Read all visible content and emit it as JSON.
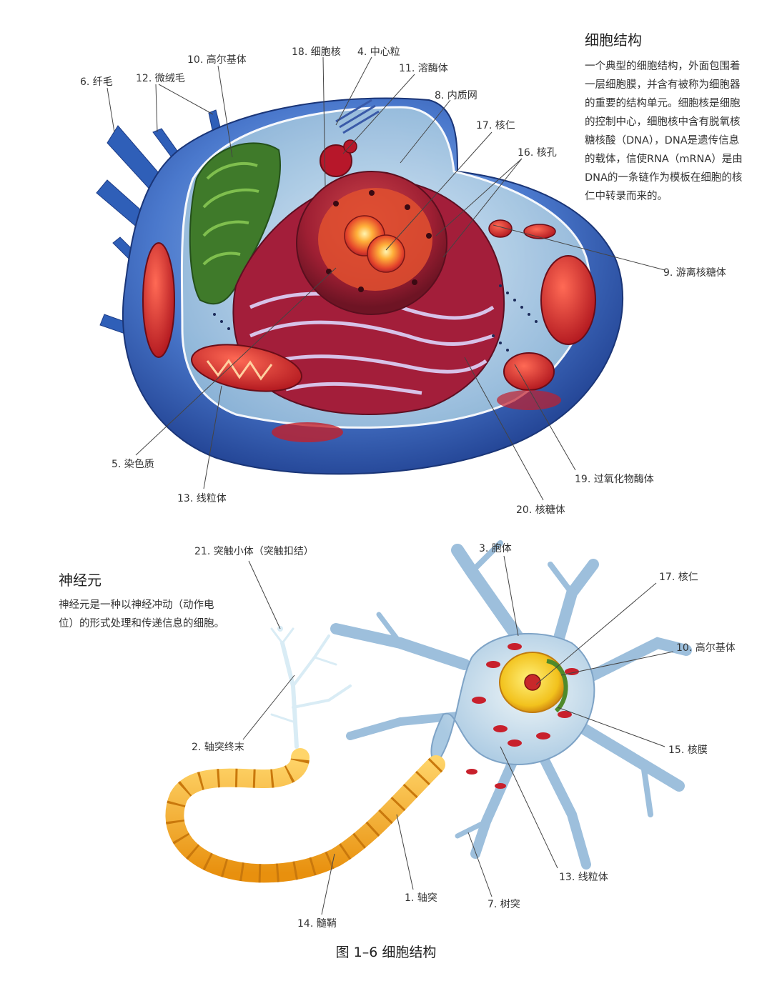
{
  "cell": {
    "heading": "细胞结构",
    "description": "一个典型的细胞结构，外面包围着一层细胞膜，并含有被称为细胞器的重要的结构单元。细胞核是细胞的控制中心，细胞核中含有脱氧核糖核酸（DNA），DNA是遗传信息的载体，信使RNA（mRNA）是由DNA的一条链作为模板在细胞的核仁中转录而来的。",
    "labels": {
      "cilia": "6. 纤毛",
      "microvilli": "12. 微绒毛",
      "golgi": "10. 高尔基体",
      "nucleus": "18. 细胞核",
      "centriole": "4. 中心粒",
      "lysosome": "11. 溶酶体",
      "er": "8. 内质网",
      "nucleolus": "17. 核仁",
      "nuclear_pore": "16. 核孔",
      "free_ribosome": "9. 游离核糖体",
      "chromatin": "5. 染色质",
      "mitochondrion": "13. 线粒体",
      "peroxisome": "19. 过氧化物酶体",
      "ribosome": "20. 核糖体"
    }
  },
  "neuron": {
    "heading": "神经元",
    "description": "神经元是一种以神经冲动（动作电位）的形式处理和传递信息的细胞。",
    "labels": {
      "synaptic_knob": "21. 突触小体（突触扣结）",
      "cell_body": "3. 胞体",
      "nucleolus": "17. 核仁",
      "golgi": "10. 高尔基体",
      "axon_terminal": "2. 轴突终末",
      "nuclear_membrane": "15. 核膜",
      "mitochondrion": "13. 线粒体",
      "axon": "1. 轴突",
      "dendrite": "7. 树突",
      "myelin": "14. 髓鞘"
    }
  },
  "caption": "图 1–6  细胞结构",
  "colors": {
    "cytoplasm_blue": "#3f6fc4",
    "nucleus_red": "#a8202e",
    "golgi_green": "#3f7a2a",
    "myelin_orange": "#f2a21b",
    "neuron_blue": "#b9d6ea"
  }
}
